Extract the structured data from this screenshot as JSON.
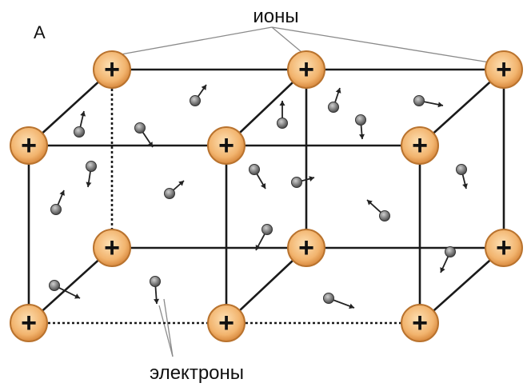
{
  "panel_letter": "А",
  "ions_label": "ионы",
  "electrons_label": "электроны",
  "ion_symbol": "+",
  "colors": {
    "ion_fill": "#f2b46e",
    "ion_ring": "#b9732e",
    "lattice_line": "#1a1a1a",
    "electron": "#555555",
    "pointer_line": "#8a8a8a"
  }
}
